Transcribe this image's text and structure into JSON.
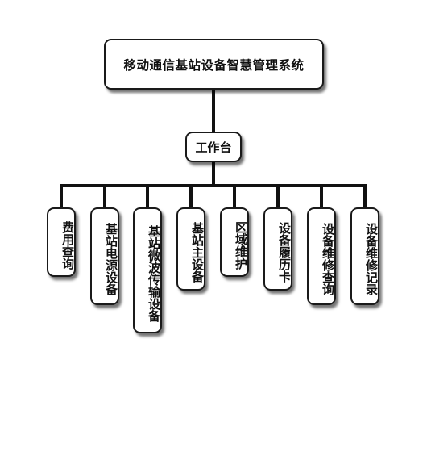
{
  "diagram": {
    "root": {
      "label": "移动通信基站设备智慧管理系统"
    },
    "hub": {
      "label": "工作台"
    },
    "modules": [
      {
        "label": "费用查询"
      },
      {
        "label": "基站电源设备"
      },
      {
        "label": "基站微波传输设备"
      },
      {
        "label": "基站主设备"
      },
      {
        "label": "区域维护"
      },
      {
        "label": "设备履历卡"
      },
      {
        "label": "设备维修查询"
      },
      {
        "label": "设备维修记录"
      }
    ]
  }
}
